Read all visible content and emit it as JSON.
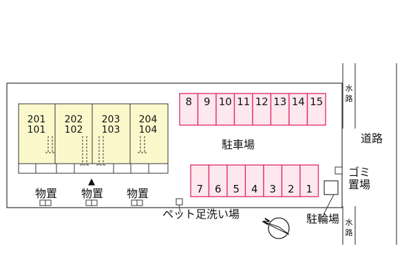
{
  "units": [
    {
      "upper": "201",
      "lower": "101"
    },
    {
      "upper": "202",
      "lower": "102"
    },
    {
      "upper": "203",
      "lower": "103"
    },
    {
      "upper": "204",
      "lower": "104"
    }
  ],
  "storage_label": "物置",
  "parking_top": [
    "8",
    "9",
    "10",
    "11",
    "12",
    "13",
    "14",
    "15"
  ],
  "parking_bottom": [
    "7",
    "6",
    "5",
    "4",
    "3",
    "2",
    "1"
  ],
  "parking_label": "駐車場",
  "road_label": "道路",
  "waterway_char1": "水",
  "waterway_char2": "路",
  "garbage_label_line1": "ゴミ",
  "garbage_label_line2": "置場",
  "bicycle_label": "駐輪場",
  "pet_wash_label": "ペット足洗い場",
  "north_label": "N",
  "entrance_marker": "▲",
  "colors": {
    "building_fill": "#fbf8cc",
    "parking_stroke": "#e0246a",
    "parking_fill": "#fde8ee"
  }
}
